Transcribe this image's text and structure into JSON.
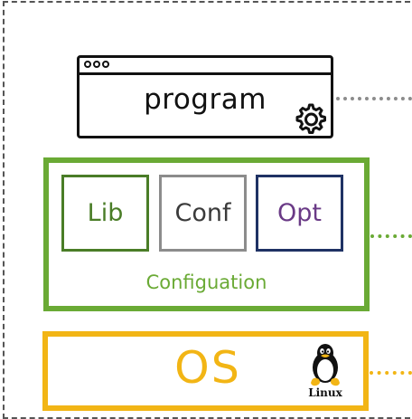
{
  "program": {
    "label": "program",
    "icon": "gear-icon"
  },
  "configuration": {
    "label": "Configuation",
    "color": "#6aaa35",
    "items": [
      {
        "label": "Lib",
        "color": "#4a7d27"
      },
      {
        "label": "Conf",
        "color": "#8c8c8c"
      },
      {
        "label": "Opt",
        "color": "#1f3264"
      }
    ]
  },
  "os": {
    "label": "OS",
    "color": "#f2b515",
    "logo_text": "Linux",
    "logo_icon": "tux-penguin-icon"
  }
}
